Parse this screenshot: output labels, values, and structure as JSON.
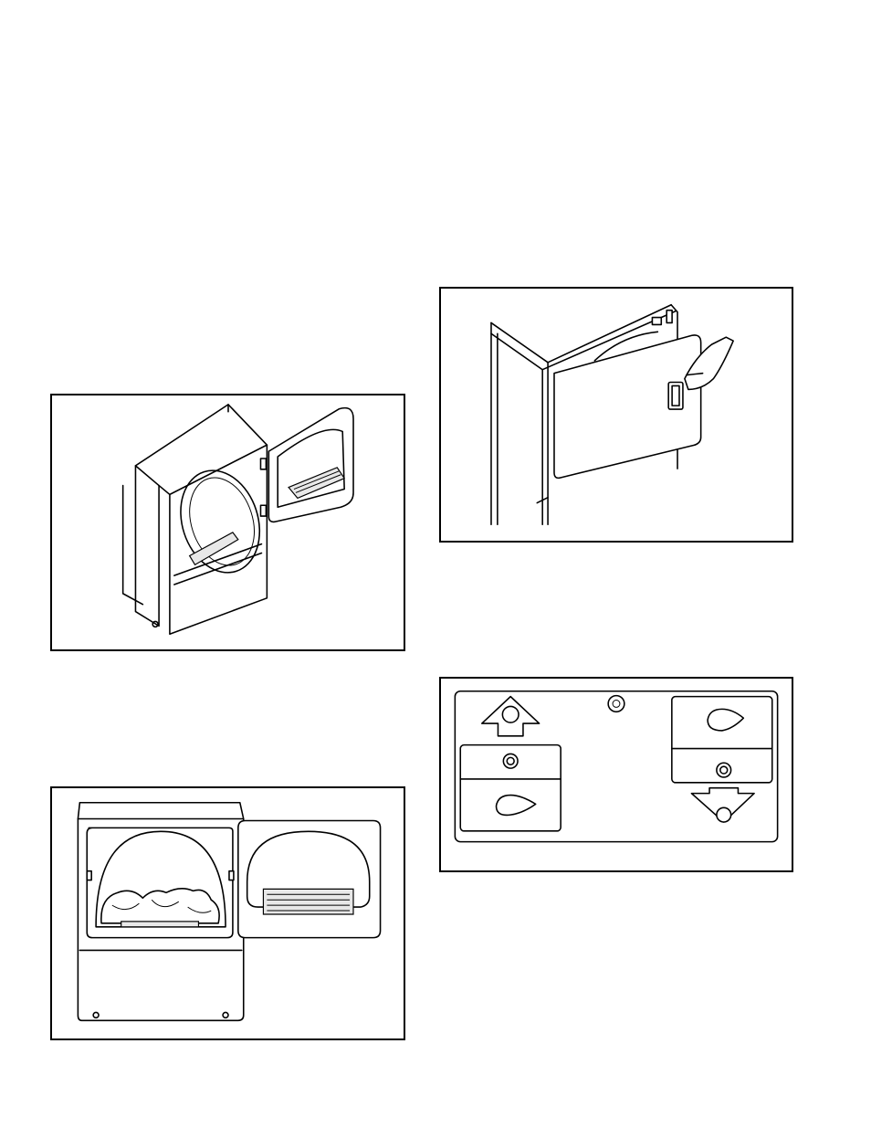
{
  "page": {
    "figures": [
      {
        "id": "fig-dryer-door-open-side",
        "icon": "dryer-door-open-illustration"
      },
      {
        "id": "fig-door-removal-hand",
        "icon": "hand-lifting-door-illustration"
      },
      {
        "id": "fig-dryer-front-loaded",
        "icon": "dryer-front-view-illustration"
      },
      {
        "id": "fig-control-panel",
        "icon": "control-panel-diagram"
      }
    ]
  }
}
